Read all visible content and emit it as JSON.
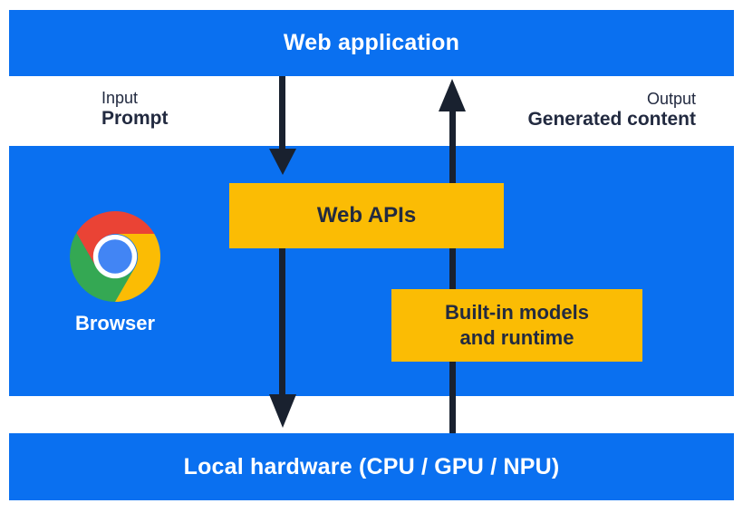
{
  "diagram": {
    "web_app_layer": {
      "label": "Web application"
    },
    "io": {
      "input_title": "Input",
      "input_value": "Prompt",
      "output_title": "Output",
      "output_value": "Generated content"
    },
    "browser_layer": {
      "browser_label": "Browser",
      "web_apis_label": "Web APIs",
      "builtin_models_line1": "Built-in models",
      "builtin_models_line2": "and runtime"
    },
    "hardware_layer": {
      "label": "Local hardware (CPU / GPU / NPU)"
    },
    "icons": {
      "chrome": "chrome-browser-logo",
      "arrow_down": "downward-flow-arrow",
      "arrow_up": "upward-flow-arrow"
    }
  },
  "colors": {
    "layer_blue": "#0A70F0",
    "accent_yellow": "#FBBC04",
    "text_ink": "#222A40",
    "arrow_ink": "#19212F",
    "chrome_red": "#EA4335",
    "chrome_yellow": "#FBBC04",
    "chrome_green": "#34A853",
    "chrome_blue": "#4285F4"
  }
}
